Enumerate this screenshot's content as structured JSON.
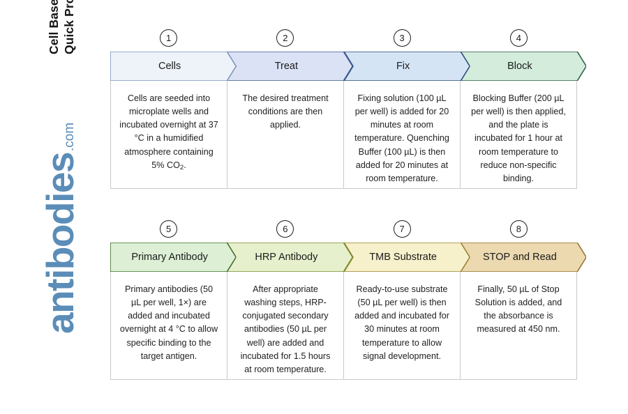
{
  "document": {
    "title_line_1": "Cell Based ELISA Kits",
    "title_line_2": "Quick Protocol",
    "logo_word": "antibodies",
    "logo_tld": ".com"
  },
  "colors": {
    "step1_fill": "#eef3fa",
    "step1_stroke": "#7e96bd",
    "step2_fill": "#dbe2f5",
    "step2_stroke": "#3f5a8f",
    "step3_fill": "#d5e4f5",
    "step3_stroke": "#2d4f7c",
    "step4_fill": "#d3ecdc",
    "step4_stroke": "#2f5d45",
    "step5_fill": "#ddf0d6",
    "step5_stroke": "#3f7029",
    "step6_fill": "#e7f0cd",
    "step6_stroke": "#7a8c2f",
    "step7_fill": "#f6f0cb",
    "step7_stroke": "#9a8534",
    "step8_fill": "#ecd9b0",
    "step8_stroke": "#96742f",
    "cell_border": "#c9c9c9",
    "logo_blue": "#5b8db8",
    "text": "#1e1e1e"
  },
  "rows": [
    {
      "id": "row-1",
      "steps": [
        {
          "number": "1",
          "label": "Cells",
          "fill": "#eef3fa",
          "stroke": "#7e96bd",
          "body": "Cells are seeded into microplate wells and incubated overnight at 37 °C in a humidified atmosphere containing 5% CO₂."
        },
        {
          "number": "2",
          "label": "Treat",
          "fill": "#dbe2f5",
          "stroke": "#3f5a8f",
          "body": "The desired treatment conditions are then applied."
        },
        {
          "number": "3",
          "label": "Fix",
          "fill": "#d5e4f5",
          "stroke": "#2d4f7c",
          "body": "Fixing solution (100 µL per well) is added for 20 minutes at room temperature. Quenching Buffer (100 µL) is then added for 20 minutes at room temperature."
        },
        {
          "number": "4",
          "label": "Block",
          "fill": "#d3ecdc",
          "stroke": "#2f5d45",
          "body": "Blocking Buffer (200 µL per well) is then applied, and the plate is incubated for 1 hour at room temperature to reduce non-specific binding."
        }
      ]
    },
    {
      "id": "row-2",
      "steps": [
        {
          "number": "5",
          "label": "Primary Antibody",
          "fill": "#ddf0d6",
          "stroke": "#3f7029",
          "body": "Primary antibodies (50 µL per well, 1×) are added and incubated overnight at 4 °C to allow specific binding to the target antigen."
        },
        {
          "number": "6",
          "label": "HRP Antibody",
          "fill": "#e7f0cd",
          "stroke": "#7a8c2f",
          "body": "After appropriate washing steps, HRP-conjugated secondary antibodies (50 µL per well) are added and incubated for 1.5 hours at room temperature."
        },
        {
          "number": "7",
          "label": "TMB Substrate",
          "fill": "#f6f0cb",
          "stroke": "#9a8534",
          "body": "Ready-to-use substrate (50 µL per well) is then added and incubated for 30 minutes at room temperature to allow signal development."
        },
        {
          "number": "8",
          "label": "STOP and Read",
          "fill": "#ecd9b0",
          "stroke": "#96742f",
          "body": "Finally, 50 µL of Stop Solution is added, and the absorbance is measured at 450 nm."
        }
      ]
    }
  ]
}
